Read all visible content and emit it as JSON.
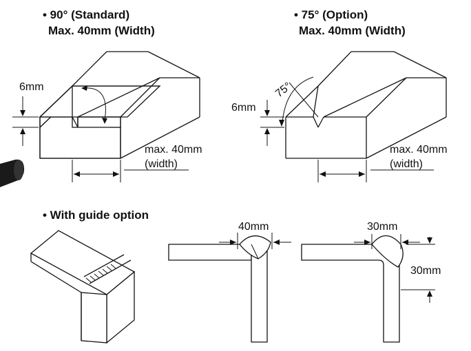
{
  "sections": {
    "standard": {
      "heading_line1": "• 90° (Standard)",
      "heading_line2": "Max. 40mm (Width)",
      "depth_label": "6mm",
      "width_label_line1": "max. 40mm",
      "width_label_line2": "(width)"
    },
    "option": {
      "heading_line1": "• 75° (Option)",
      "heading_line2": "Max. 40mm (Width)",
      "angle_label": "75°",
      "depth_label": "6mm",
      "width_label_line1": "max. 40mm",
      "width_label_line2": "(width)"
    },
    "guide": {
      "heading": "• With guide option",
      "dim_a": "40mm",
      "dim_b": "30mm",
      "dim_c": "30mm"
    }
  },
  "colors": {
    "line": "#111111",
    "background": "#ffffff",
    "handle": "#1a1a1a"
  }
}
